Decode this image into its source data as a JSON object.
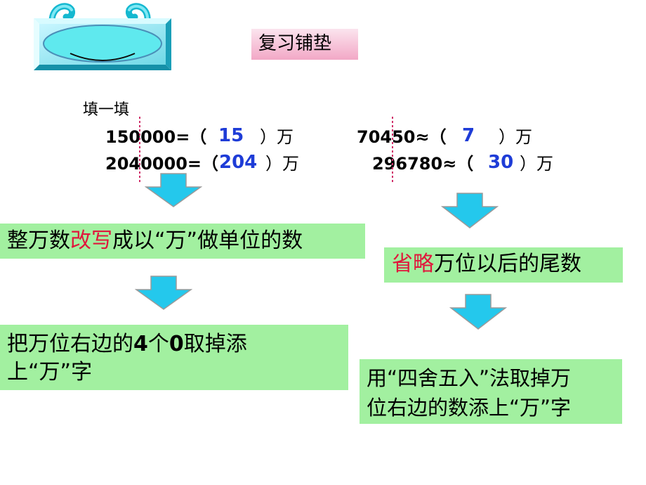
{
  "title": "复习铺垫",
  "section_label": "填一填",
  "rows": {
    "r1_left_num": "150000=（",
    "r1_left_ans": "15",
    "r1_left_close": "）万",
    "r1_right_num": "70450≈（",
    "r1_right_ans": "7",
    "r1_right_close": "）万",
    "r2_left_num": "2040000=（",
    "r2_left_ans": "204",
    "r2_left_close": "）万",
    "r2_right_num": "296780≈（",
    "r2_right_ans": "30",
    "r2_right_close": "）万"
  },
  "left_box1": {
    "pre": "整万数",
    "highlight": "改写",
    "post": "成以“万”做单位的数"
  },
  "left_box2": {
    "line1_a": "把万位右边的",
    "line1_b": "4",
    "line1_c": "个",
    "line1_d": "0",
    "line1_e": "取掉添",
    "line2": "上“万”字"
  },
  "right_box1": {
    "highlight": "省略",
    "post": "万位以后的尾数"
  },
  "right_box2": {
    "line1": "用“四舍五入”法取掉万",
    "line2": "位右边的数添上“万”字"
  },
  "colors": {
    "green_box": "#a2f0a0",
    "answer_blue": "#1e3cd7",
    "highlight_red": "#e0173c",
    "arrow_cyan": "#24c8ec",
    "face_cyan": "#5fe9ee"
  }
}
